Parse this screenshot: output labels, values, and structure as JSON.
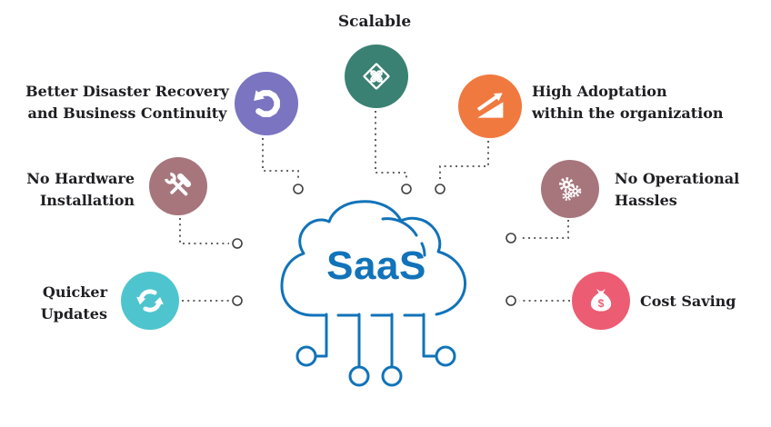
{
  "center": {
    "label": "SaaS"
  },
  "palette": {
    "cloud_blue": "#1173b9",
    "connector_gray": "#4d4d4d",
    "text_color": "#1f1f23",
    "background": "#ffffff"
  },
  "benefits": [
    {
      "id": "scalable",
      "label_lines": [
        "Scalable",
        ""
      ],
      "icon": "puzzle-icon",
      "color": "#3a8173"
    },
    {
      "id": "disaster",
      "label_lines": [
        "Better Disaster Recovery",
        "and Business Continuity"
      ],
      "icon": "undo-icon",
      "color": "#7b74c1"
    },
    {
      "id": "adoption",
      "label_lines": [
        "High Adoptation",
        "within the organization"
      ],
      "icon": "growth-icon",
      "color": "#f0793f"
    },
    {
      "id": "hardware",
      "label_lines": [
        "No Hardware",
        "Installation"
      ],
      "icon": "tools-icon",
      "color": "#a6767c"
    },
    {
      "id": "operational",
      "label_lines": [
        "No Operational",
        "Hassles"
      ],
      "icon": "gears-icon",
      "color": "#a6767c"
    },
    {
      "id": "updates",
      "label_lines": [
        "Quicker",
        "Updates"
      ],
      "icon": "refresh-icon",
      "color": "#4ec5ce"
    },
    {
      "id": "cost",
      "label_lines": [
        "Cost Saving",
        ""
      ],
      "icon": "money-bag-icon",
      "color": "#ec5c72",
      "icon_symbol": "$"
    }
  ]
}
